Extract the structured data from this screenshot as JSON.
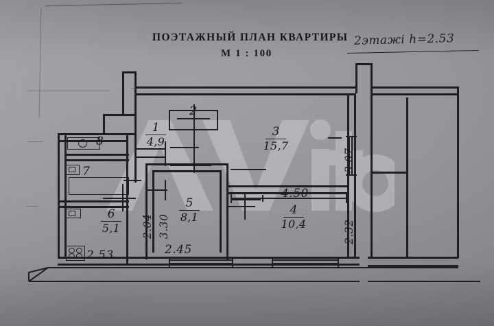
{
  "document": {
    "title": "ПОЭТАЖНЫЙ ПЛАН КВАРТИРЫ",
    "scale": "М 1 : 100",
    "handwritten_note": "2этажi h=2.53"
  },
  "rooms": [
    {
      "id": "1",
      "number": "1",
      "area": "4,9",
      "name": "room-1"
    },
    {
      "id": "2",
      "number": "2",
      "area": "",
      "name": "room-2"
    },
    {
      "id": "3",
      "number": "3",
      "area": "15,7",
      "name": "room-3"
    },
    {
      "id": "4",
      "number": "4",
      "area": "10,4",
      "name": "room-4"
    },
    {
      "id": "5",
      "number": "5",
      "area": "8,1",
      "name": "room-5"
    },
    {
      "id": "6",
      "number": "6",
      "area": "5,1",
      "name": "room-6"
    },
    {
      "id": "7",
      "number": "7",
      "area": "",
      "name": "room-7"
    },
    {
      "id": "8",
      "number": "8",
      "area": "",
      "name": "room-8"
    }
  ],
  "dimensions": {
    "left_vertical_upper": "2.04",
    "center_vertical": "3.30",
    "right_vertical_upper": "3.07",
    "right_vertical_lower": "2.32",
    "bottom_left": "2.53",
    "bottom_center": "2.45",
    "middle_right": "4.50"
  },
  "watermark": {
    "text": "avito"
  },
  "colors": {
    "paper": "#94959a",
    "ink": "#1e1e24",
    "watermark": "#e9eaee"
  }
}
